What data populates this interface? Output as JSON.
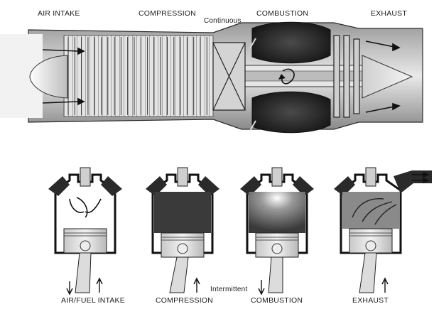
{
  "turbine": {
    "labels": {
      "air_intake": "AIR INTAKE",
      "compression": "COMPRESSION",
      "continuous": "Continuous",
      "combustion": "COMBUSTION",
      "exhaust": "EXHAUST"
    }
  },
  "piston": {
    "labels": {
      "air_fuel_intake": "AIR/FUEL INTAKE",
      "compression": "COMPRESSION",
      "intermittent": "Intermittent",
      "combustion": "COMBUSTION",
      "exhaust": "EXHAUST"
    }
  },
  "colors": {
    "metal_dark": "#3a3a3a",
    "metal_mid": "#8c8c8c",
    "metal_light": "#d8d8d8",
    "chamber_dark": "#2e2e2e",
    "line": "#1a1a1a"
  }
}
